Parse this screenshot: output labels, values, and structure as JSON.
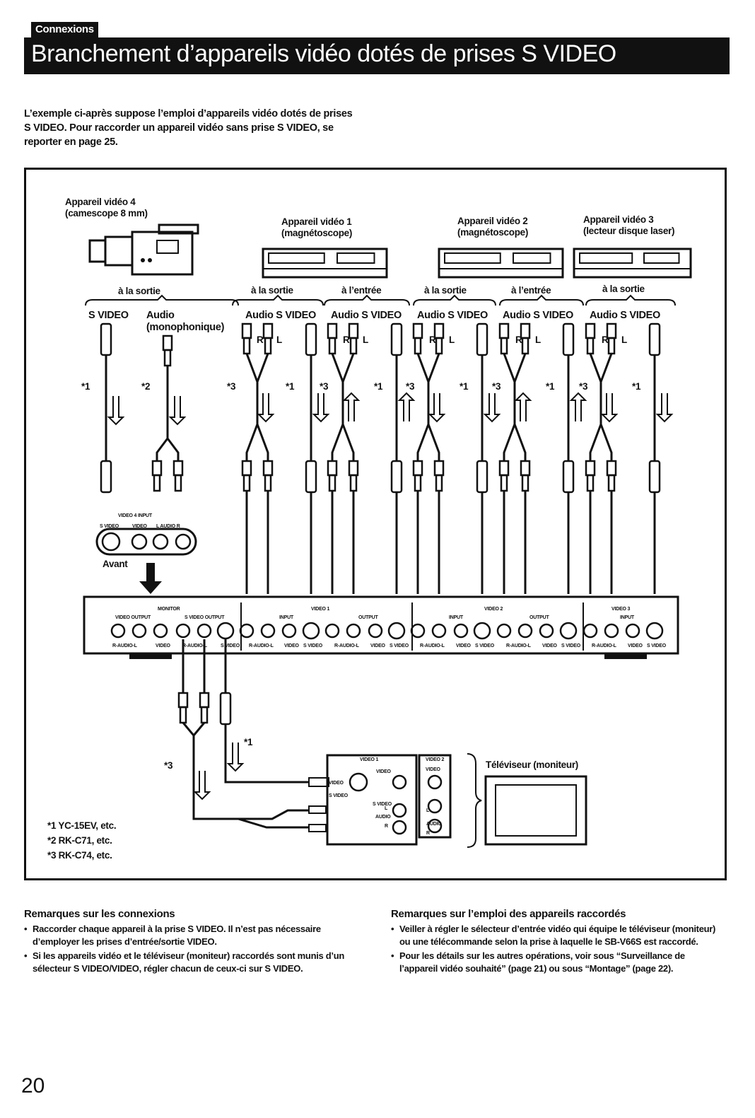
{
  "header": {
    "section": "Connexions",
    "title": "Branchement d’appareils vidéo dotés de prises S VIDEO"
  },
  "intro": "L’exemple ci-après suppose l’emploi d’appareils vidéo dotés de prises S VIDEO. Pour raccorder un appareil vidéo sans prise S VIDEO, se reporter en page 25.",
  "diagram": {
    "devices": {
      "camcorder": "Appareil vidéo 4\n(camescope 8 mm)",
      "vcr1": "Appareil vidéo 1\n(magnétoscope)",
      "vcr2": "Appareil vidéo 2\n(magnétoscope)",
      "laser": "Appareil vidéo 3\n(lecteur disque laser)"
    },
    "sortie": "à la sortie",
    "entree": "à l’entrée",
    "s_video": "S VIDEO",
    "audio": "Audio",
    "audio_s_video": "Audio S VIDEO",
    "mono": "(monophonique)",
    "r": "R",
    "l": "L",
    "cable_1": "*1",
    "cable_2": "*2",
    "cable_3": "*3",
    "front_panel": {
      "group": "VIDEO 4 INPUT",
      "s_video": "S VIDEO",
      "video": "VIDEO",
      "audio": "L AUDIO R",
      "avant": "Avant"
    },
    "rear_panel": {
      "monitor": "MONITOR",
      "video_output": "VIDEO OUTPUT",
      "s_video_output": "S VIDEO OUTPUT",
      "video1": "VIDEO 1",
      "video2": "VIDEO 2",
      "video3": "VIDEO 3",
      "input": "INPUT",
      "output": "OUTPUT",
      "r_audio_l": "R-AUDIO-L",
      "video": "VIDEO",
      "s_video": "S VIDEO"
    },
    "tv": {
      "label": "Téléviseur (moniteur)",
      "video1": "VIDEO 1",
      "video2": "VIDEO 2",
      "video": "VIDEO",
      "s_video": "S VIDEO",
      "audio": "AUDIO",
      "l": "L",
      "r": "R"
    },
    "legend": [
      "*1 YC-15EV, etc.",
      "*2 RK-C71, etc.",
      "*3 RK-C74, etc."
    ]
  },
  "notes_left": {
    "title": "Remarques sur les connexions",
    "items": [
      "Raccorder chaque appareil à la prise S VIDEO. Il n’est pas nécessaire d’employer les prises d’entrée/sortie VIDEO.",
      "Si les appareils vidéo et le téléviseur (moniteur) raccordés sont munis d’un sélecteur S VIDEO/VIDEO, régler chacun de ceux-ci sur S VIDEO."
    ]
  },
  "notes_right": {
    "title": "Remarques sur l’emploi des appareils raccordés",
    "items": [
      "Veiller à régler le sélecteur d’entrée vidéo qui équipe le téléviseur (moniteur) ou une télécommande selon la prise à laquelle le SB-V66S est raccordé.",
      "Pour les détails sur les autres opérations, voir sous “Surveillance de l’appareil vidéo souhaité” (page 21) ou sous “Montage” (page 22)."
    ]
  },
  "page_number": "20"
}
